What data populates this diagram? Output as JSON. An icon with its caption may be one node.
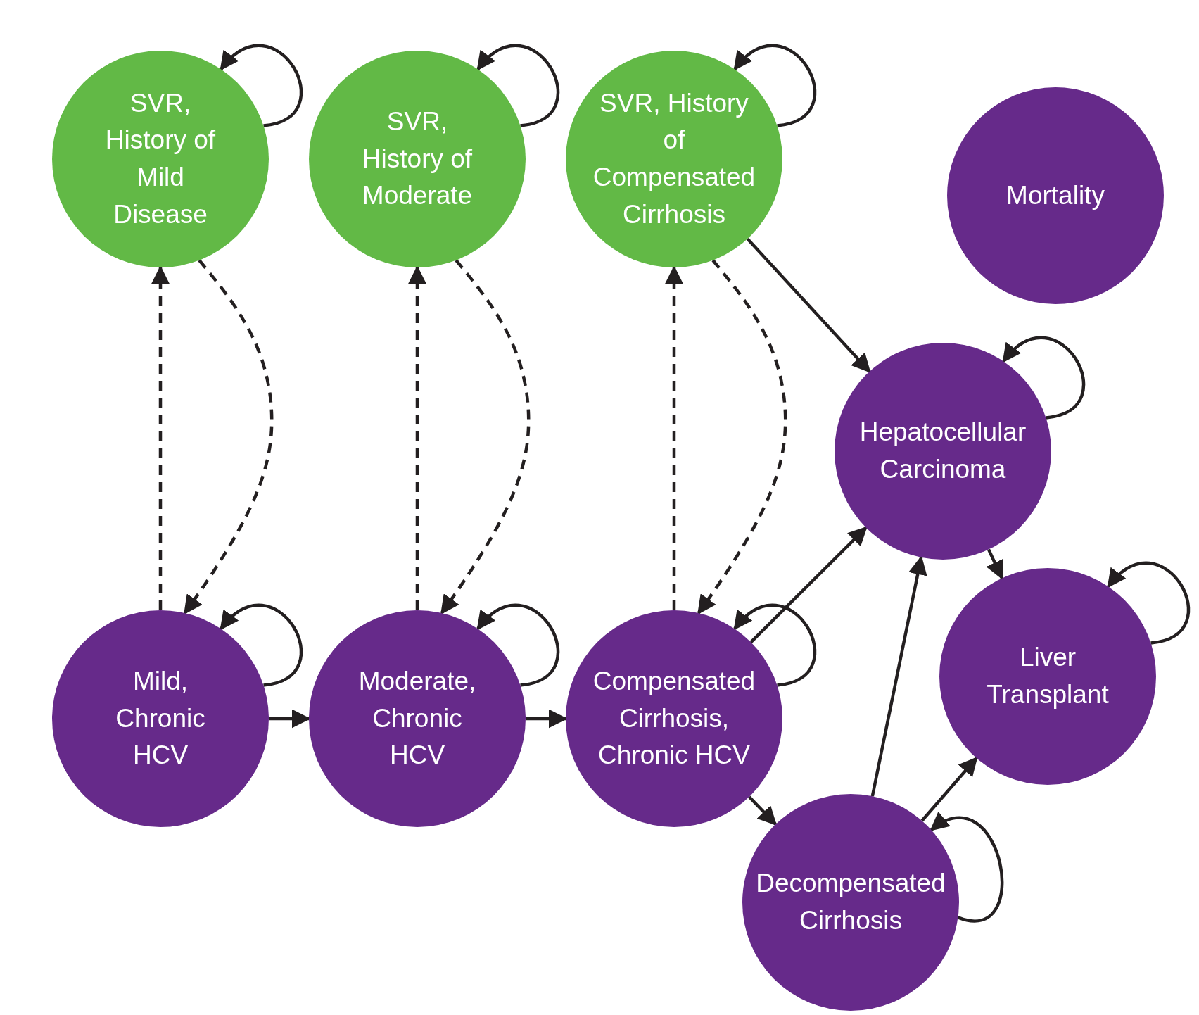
{
  "diagram": {
    "nodes": [
      {
        "text": [
          "SVR, History of Mild Disease"
        ]
      },
      {
        "text": [
          "SVR, History of Moderate"
        ]
      },
      {
        "text": [
          "SVR, History of Compensated Cirrhosis"
        ]
      },
      {
        "text": [
          "Mortality"
        ]
      },
      {
        "text": [
          "Hepatocellular Carcinoma"
        ]
      },
      {
        "text": [
          "Mild, Chronic HCV"
        ]
      },
      {
        "text": [
          "Moderate, Chronic HCV"
        ]
      },
      {
        "text": [
          "Compensated Cirrhosis, Chronic HCV"
        ]
      },
      {
        "text": [
          "Liver Transplant"
        ]
      },
      {
        "text": [
          "Decompensated Cirrhosis"
        ]
      }
    ],
    "edges": [
      {
        "from": 0,
        "to": 0,
        "arrow": "to"
      },
      {
        "from": 1,
        "to": 1,
        "arrow": "to"
      },
      {
        "from": 2,
        "to": 2,
        "arrow": "to"
      },
      {
        "from": 5,
        "to": 0,
        "arrow": "to",
        "style": "dashed"
      },
      {
        "from": 0,
        "to": 5,
        "arrow": "to",
        "style": "dashed"
      },
      {
        "from": 6,
        "to": 1,
        "arrow": "to",
        "style": "dashed"
      },
      {
        "from": 1,
        "to": 6,
        "arrow": "to",
        "style": "dashed"
      },
      {
        "from": 7,
        "to": 2,
        "arrow": "to",
        "style": "dashed"
      },
      {
        "from": 2,
        "to": 7,
        "arrow": "to",
        "style": "dashed"
      },
      {
        "from": 2,
        "to": 4,
        "arrow": "to"
      },
      {
        "from": 4,
        "to": 4,
        "arrow": "to"
      },
      {
        "from": 4,
        "to": 8,
        "arrow": "to"
      },
      {
        "from": 5,
        "to": 5,
        "arrow": "to"
      },
      {
        "from": 5,
        "to": 6,
        "arrow": "to"
      },
      {
        "from": 6,
        "to": 6,
        "arrow": "to"
      },
      {
        "from": 6,
        "to": 7,
        "arrow": "to"
      },
      {
        "from": 7,
        "to": 7,
        "arrow": "to"
      },
      {
        "from": 7,
        "to": 4,
        "arrow": "to"
      },
      {
        "from": 7,
        "to": 9,
        "arrow": "to"
      },
      {
        "from": 8,
        "to": 8,
        "arrow": "to"
      },
      {
        "from": 9,
        "to": 9,
        "arrow": "to"
      },
      {
        "from": 9,
        "to": 4,
        "arrow": "to"
      },
      {
        "from": 9,
        "to": 8,
        "arrow": "to"
      }
    ]
  }
}
